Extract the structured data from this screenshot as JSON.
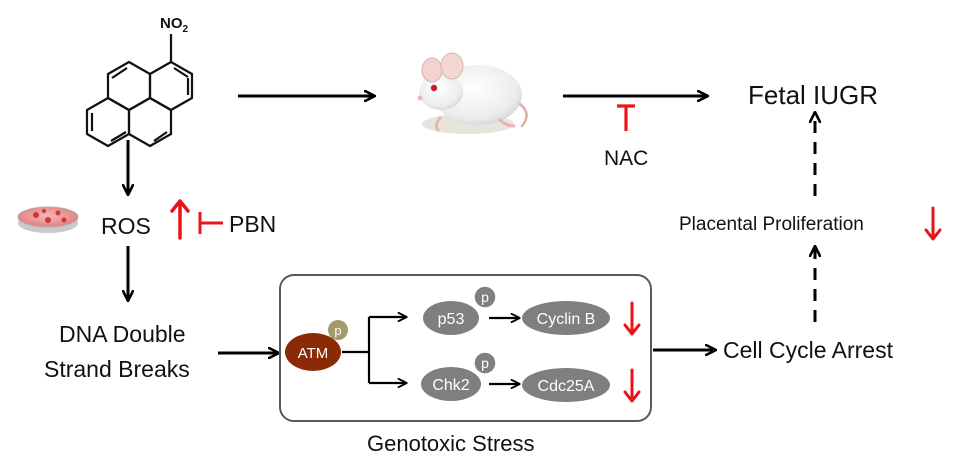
{
  "molecule": {
    "substituent": "NO",
    "subscript": "2"
  },
  "labels": {
    "fetal_iugr": "Fetal IUGR",
    "nac": "NAC",
    "ros": "ROS",
    "pbn": "PBN",
    "dna_line1": "DNA Double",
    "dna_line2": "Strand Breaks",
    "placental": "Placental Proliferation",
    "cell_cycle": "Cell Cycle Arrest",
    "genotoxic": "Genotoxic Stress"
  },
  "nodes": {
    "atm": "ATM",
    "p53": "p53",
    "chk2": "Chk2",
    "cyclin_b": "Cyclin B",
    "cdc25a": "Cdc25A",
    "phospho": "p"
  },
  "colors": {
    "inhibit_red": "#e8141a",
    "atm_fill": "#8b2a06",
    "node_gray": "#7f7f7f",
    "phospho_fill": "#a39a6a",
    "box_border": "#595959",
    "arrow": "#000000"
  },
  "icons": {
    "mouse": "mouse-illustration",
    "dish": "petri-dish-icon"
  }
}
